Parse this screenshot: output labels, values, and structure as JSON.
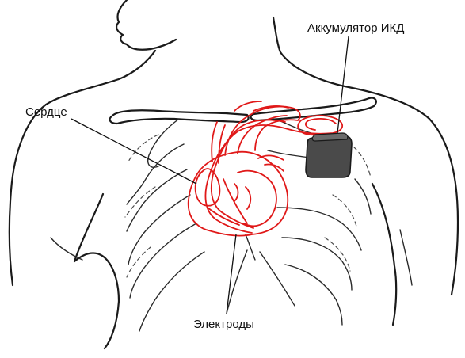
{
  "labels": {
    "device": "Аккумулятор ИКД",
    "heart": "Сердце",
    "electrodes": "Электроды"
  },
  "colors": {
    "line": "#1a1a1a",
    "heart": "#e01818",
    "device_fill": "#4a4a4a",
    "background": "#ffffff"
  }
}
